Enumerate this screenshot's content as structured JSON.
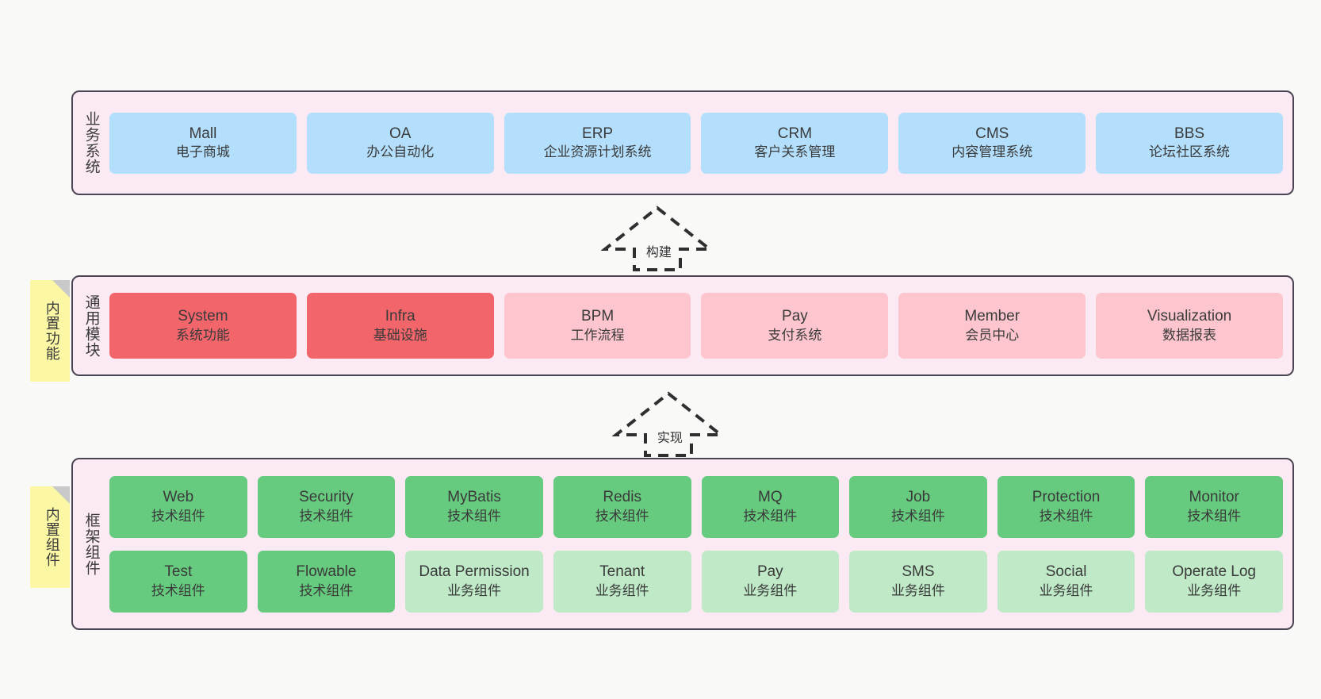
{
  "diagram": {
    "background_color": "#f9f9f8",
    "panel_color": "#fbeaf4",
    "panel_border_color": "#4b4453",
    "sticky_color": "#fbf7a4"
  },
  "layers": [
    {
      "id": "business-system",
      "title": "业务系统",
      "rows": [
        {
          "cards": [
            {
              "en": "Mall",
              "cn": "电子商城",
              "color": "#b3dffc",
              "style": "c-blue"
            },
            {
              "en": "OA",
              "cn": "办公自动化",
              "color": "#b3dffc",
              "style": "c-blue"
            },
            {
              "en": "ERP",
              "cn": "企业资源计划系统",
              "color": "#b3dffc",
              "style": "c-blue"
            },
            {
              "en": "CRM",
              "cn": "客户关系管理",
              "color": "#b3dffc",
              "style": "c-blue"
            },
            {
              "en": "CMS",
              "cn": "内容管理系统",
              "color": "#b3dffc",
              "style": "c-blue"
            },
            {
              "en": "BBS",
              "cn": "论坛社区系统",
              "color": "#b3dffc",
              "style": "c-blue"
            }
          ]
        }
      ]
    },
    {
      "id": "common-module",
      "title": "通用模块",
      "sticky": "内置功能",
      "rows": [
        {
          "cards": [
            {
              "en": "System",
              "cn": "系统功能",
              "color": "#f2656a",
              "style": "c-red"
            },
            {
              "en": "Infra",
              "cn": "基础设施",
              "color": "#f2656a",
              "style": "c-red"
            },
            {
              "en": "BPM",
              "cn": "工作流程",
              "color": "#fdc6ce",
              "style": "c-pink"
            },
            {
              "en": "Pay",
              "cn": "支付系统",
              "color": "#fdc6ce",
              "style": "c-pink"
            },
            {
              "en": "Member",
              "cn": "会员中心",
              "color": "#fdc6ce",
              "style": "c-pink"
            },
            {
              "en": "Visualization",
              "cn": "数据报表",
              "color": "#fdc6ce",
              "style": "c-pink"
            }
          ]
        }
      ]
    },
    {
      "id": "framework-component",
      "title": "框架组件",
      "sticky": "内置组件",
      "rows": [
        {
          "cards": [
            {
              "en": "Web",
              "cn": "技术组件",
              "color": "#66ca7f",
              "style": "c-green"
            },
            {
              "en": "Security",
              "cn": "技术组件",
              "color": "#66ca7f",
              "style": "c-green"
            },
            {
              "en": "MyBatis",
              "cn": "技术组件",
              "color": "#66ca7f",
              "style": "c-green"
            },
            {
              "en": "Redis",
              "cn": "技术组件",
              "color": "#66ca7f",
              "style": "c-green"
            },
            {
              "en": "MQ",
              "cn": "技术组件",
              "color": "#66ca7f",
              "style": "c-green"
            },
            {
              "en": "Job",
              "cn": "技术组件",
              "color": "#66ca7f",
              "style": "c-green"
            },
            {
              "en": "Protection",
              "cn": "技术组件",
              "color": "#66ca7f",
              "style": "c-green"
            },
            {
              "en": "Monitor",
              "cn": "技术组件",
              "color": "#66ca7f",
              "style": "c-green"
            }
          ]
        },
        {
          "cards": [
            {
              "en": "Test",
              "cn": "技术组件",
              "color": "#66ca7f",
              "style": "c-green"
            },
            {
              "en": "Flowable",
              "cn": "技术组件",
              "color": "#66ca7f",
              "style": "c-green"
            },
            {
              "en": "Data Permission",
              "cn": "业务组件",
              "color": "#bfe9c7",
              "style": "c-lightgreen"
            },
            {
              "en": "Tenant",
              "cn": "业务组件",
              "color": "#bfe9c7",
              "style": "c-lightgreen"
            },
            {
              "en": "Pay",
              "cn": "业务组件",
              "color": "#bfe9c7",
              "style": "c-lightgreen"
            },
            {
              "en": "SMS",
              "cn": "业务组件",
              "color": "#bfe9c7",
              "style": "c-lightgreen"
            },
            {
              "en": "Social",
              "cn": "业务组件",
              "color": "#bfe9c7",
              "style": "c-lightgreen"
            },
            {
              "en": "Operate Log",
              "cn": "业务组件",
              "color": "#bfe9c7",
              "style": "c-lightgreen"
            }
          ]
        }
      ]
    }
  ],
  "connectors": [
    {
      "id": "build",
      "label": "构建",
      "direction": "up",
      "from": "common-module",
      "to": "business-system"
    },
    {
      "id": "implement",
      "label": "实现",
      "direction": "up",
      "from": "framework-component",
      "to": "common-module"
    }
  ]
}
